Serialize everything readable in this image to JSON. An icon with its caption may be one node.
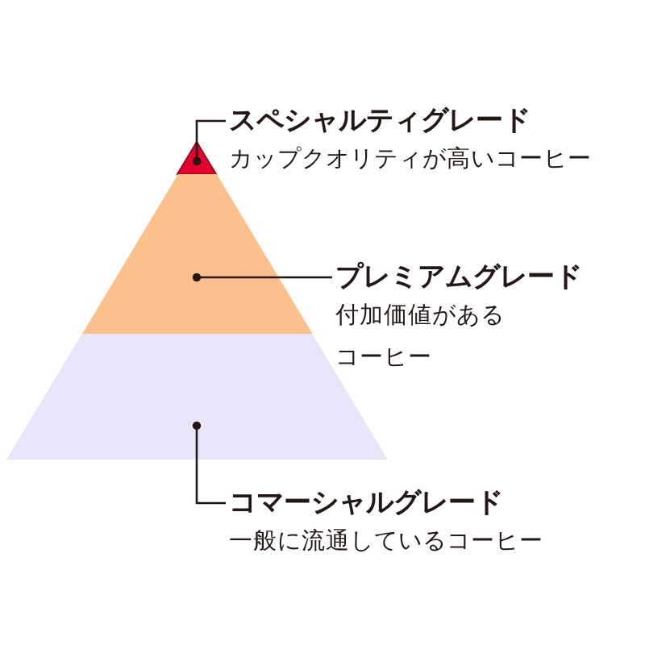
{
  "diagram": {
    "nodes": [
      {
        "text": [],
        "shape": "triangle"
      },
      {
        "text": [],
        "shape": "trapezoid"
      },
      {
        "text": [],
        "shape": "trapezoid"
      },
      {
        "text": [
          "スペシャルティグレード",
          "カップクオリティが高いコーヒー"
        ]
      },
      {
        "text": [
          "プレミアムグレード",
          "付加価値があるコーヒー"
        ]
      },
      {
        "text": [
          "コマーシャルグレード",
          "一般に流通しているコーヒー"
        ]
      }
    ],
    "edges": [
      {
        "from": 3,
        "to": 0,
        "arrow": "other"
      },
      {
        "from": 4,
        "to": 1,
        "arrow": "other"
      },
      {
        "from": 5,
        "to": 2,
        "arrow": "other"
      }
    ]
  }
}
